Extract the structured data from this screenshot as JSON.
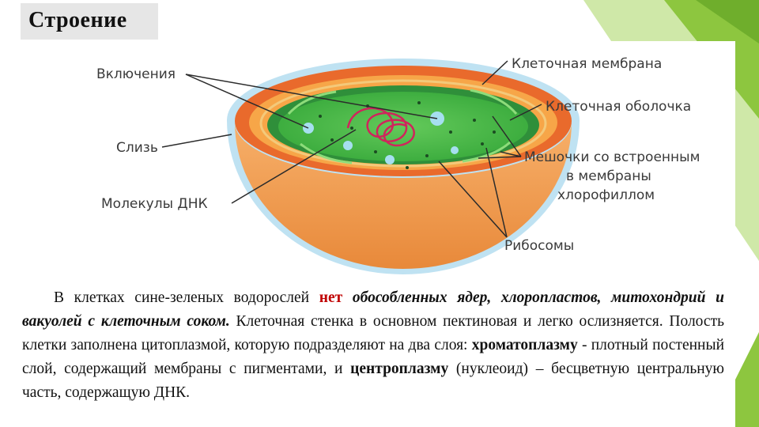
{
  "title": "Строение",
  "diagram": {
    "labels": {
      "inclusions": "Включения",
      "mucus": "Слизь",
      "dna": "Молекулы ДНК",
      "membrane": "Клеточная мембрана",
      "wall": "Клеточная оболочка",
      "sacs_line1": "Мешочки со встроенным",
      "sacs_line2": "в мембраны",
      "sacs_line3": "хлорофиллом",
      "ribosomes": "Рибосомы"
    }
  },
  "text": {
    "p1": "В клетках сине-зеленых водорослей",
    "nm": "нет",
    "p2": "обособленных ядер, хлоропластов, митохондрий и вакуолей с клеточным соком.",
    "p3": "Клеточная стенка в основном пектиновая и легко ослизняется. Полость клетки заполнена цитоплазмой, которую подразделяют на два слоя:",
    "chromato": "хроматоплазму",
    "p4": "- плотный постенный слой, содержащий мембраны с пигментами, и",
    "centro": "центроплазму",
    "p5": "(нуклеоид) – бесцветную центральную часть, содержащую ДНК."
  },
  "colors": {
    "accent_green": "#8dc63f",
    "outer_layer": "#f4a04a",
    "mucus_blue": "#a9d8ee",
    "cytoplasm_green": "#4dbf45",
    "dna_red": "#d0245c"
  }
}
